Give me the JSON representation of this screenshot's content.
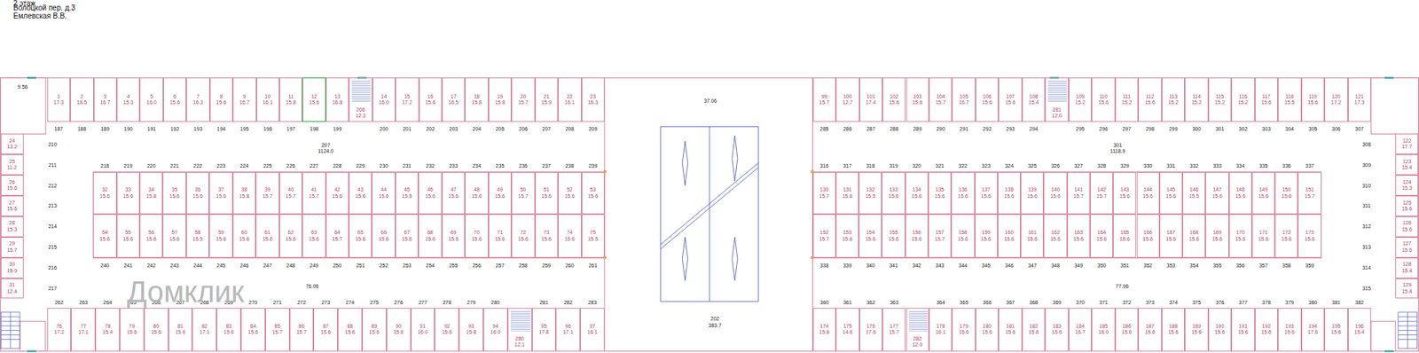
{
  "diagram": {
    "title": "2 этаж",
    "nodes": [
      {
        "text": [
          "1",
          "17.3"
        ]
      },
      {
        "text": [
          "2",
          "18.5"
        ]
      },
      {
        "text": [
          "3",
          "16.7"
        ]
      },
      {
        "text": [
          "4",
          "15.3"
        ]
      },
      {
        "text": [
          "5",
          "16.0"
        ]
      },
      {
        "text": [
          "6",
          "15.6"
        ]
      },
      {
        "text": [
          "7",
          "16.3"
        ]
      },
      {
        "text": [
          "8",
          "15.6"
        ]
      },
      {
        "text": [
          "9",
          "16.7"
        ]
      },
      {
        "text": [
          "10",
          "16.1"
        ]
      },
      {
        "text": [
          "11",
          "15.8"
        ]
      },
      {
        "text": [
          "12",
          "15.6"
        ]
      },
      {
        "text": [
          "13",
          "16.8"
        ]
      },
      {
        "text": [
          "208",
          "12.3"
        ]
      },
      {
        "text": [
          "14",
          "16.0"
        ]
      },
      {
        "text": [
          "15",
          "17.2"
        ]
      },
      {
        "text": [
          "16",
          "15.6"
        ]
      },
      {
        "text": [
          "17",
          "16.5"
        ]
      },
      {
        "text": [
          "18",
          "15.8"
        ]
      },
      {
        "text": [
          "19",
          "15.8"
        ]
      },
      {
        "text": [
          "20",
          "15.7"
        ]
      },
      {
        "text": [
          "21",
          "15.9"
        ]
      },
      {
        "text": [
          "22",
          "16.1"
        ]
      },
      {
        "text": [
          "23",
          "16.3"
        ]
      },
      {
        "text": [
          "24",
          "13.2"
        ]
      },
      {
        "text": [
          "25",
          "11.2"
        ]
      },
      {
        "text": [
          "26",
          "15.6"
        ]
      },
      {
        "text": [
          "27",
          "15.6"
        ]
      },
      {
        "text": [
          "28",
          "15.3"
        ]
      },
      {
        "text": [
          "29",
          "15.7"
        ]
      },
      {
        "text": [
          "30",
          "15.9"
        ]
      },
      {
        "text": [
          "31",
          "12.4"
        ]
      },
      {
        "text": [
          "32",
          "15.6"
        ]
      },
      {
        "text": [
          "33",
          "15.6"
        ]
      },
      {
        "text": [
          "34",
          "15.8"
        ]
      },
      {
        "text": [
          "35",
          "15.6"
        ]
      },
      {
        "text": [
          "36",
          "15.6"
        ]
      },
      {
        "text": [
          "37",
          "15.6"
        ]
      },
      {
        "text": [
          "38",
          "15.8"
        ]
      },
      {
        "text": [
          "39",
          "15.7"
        ]
      },
      {
        "text": [
          "40",
          "15.7"
        ]
      },
      {
        "text": [
          "41",
          "15.7"
        ]
      },
      {
        "text": [
          "42",
          "15.6"
        ]
      },
      {
        "text": [
          "43",
          "15.6"
        ]
      },
      {
        "text": [
          "44",
          "15.6"
        ]
      },
      {
        "text": [
          "45",
          "15.5"
        ]
      },
      {
        "text": [
          "46",
          "15.6"
        ]
      },
      {
        "text": [
          "47",
          "15.6"
        ]
      },
      {
        "text": [
          "48",
          "15.6"
        ]
      },
      {
        "text": [
          "49",
          "15.6"
        ]
      },
      {
        "text": [
          "50",
          "15.7"
        ]
      },
      {
        "text": [
          "51",
          "15.6"
        ]
      },
      {
        "text": [
          "52",
          "15.6"
        ]
      },
      {
        "text": [
          "53",
          "15.6"
        ]
      },
      {
        "text": [
          "54",
          "15.6"
        ]
      },
      {
        "text": [
          "55",
          "15.6"
        ]
      },
      {
        "text": [
          "56",
          "15.6"
        ]
      },
      {
        "text": [
          "57",
          "15.6"
        ]
      },
      {
        "text": [
          "58",
          "15.5"
        ]
      },
      {
        "text": [
          "59",
          "15.6"
        ]
      },
      {
        "text": [
          "60",
          "15.6"
        ]
      },
      {
        "text": [
          "61",
          "15.6"
        ]
      },
      {
        "text": [
          "62",
          "15.6"
        ]
      },
      {
        "text": [
          "63",
          "15.6"
        ]
      },
      {
        "text": [
          "64",
          "15.7"
        ]
      },
      {
        "text": [
          "65",
          "15.6"
        ]
      },
      {
        "text": [
          "66",
          "15.6"
        ]
      },
      {
        "text": [
          "67",
          "15.6"
        ]
      },
      {
        "text": [
          "68",
          "15.6"
        ]
      },
      {
        "text": [
          "69",
          "15.6"
        ]
      },
      {
        "text": [
          "70",
          "15.6"
        ]
      },
      {
        "text": [
          "71",
          "15.6"
        ]
      },
      {
        "text": [
          "72",
          "15.6"
        ]
      },
      {
        "text": [
          "73",
          "15.6"
        ]
      },
      {
        "text": [
          "74",
          "15.6"
        ]
      },
      {
        "text": [
          "75",
          "15.5"
        ]
      },
      {
        "text": [
          "76",
          "17.2"
        ]
      },
      {
        "text": [
          "77",
          "17.1"
        ]
      },
      {
        "text": [
          "78",
          "15.4"
        ]
      },
      {
        "text": [
          "79",
          "15.6"
        ]
      },
      {
        "text": [
          "80",
          "15.6"
        ]
      },
      {
        "text": [
          "81",
          "15.6"
        ]
      },
      {
        "text": [
          "82",
          "17.1"
        ]
      },
      {
        "text": [
          "83",
          "15.6"
        ]
      },
      {
        "text": [
          "84",
          "15.6"
        ]
      },
      {
        "text": [
          "85",
          "15.7"
        ]
      },
      {
        "text": [
          "86",
          "15.7"
        ]
      },
      {
        "text": [
          "87",
          "15.6"
        ]
      },
      {
        "text": [
          "88",
          "15.6"
        ]
      },
      {
        "text": [
          "89",
          "15.6"
        ]
      },
      {
        "text": [
          "90",
          "15.6"
        ]
      },
      {
        "text": [
          "91",
          "16.0"
        ]
      },
      {
        "text": [
          "92",
          "15.6"
        ]
      },
      {
        "text": [
          "93",
          "15.8"
        ]
      },
      {
        "text": [
          "94",
          "16.0"
        ]
      },
      {
        "text": [
          "280",
          "12.1"
        ]
      },
      {
        "text": [
          "95",
          "17.8"
        ]
      },
      {
        "text": [
          "96",
          "17.1"
        ]
      },
      {
        "text": [
          "97",
          "16.1"
        ]
      },
      {
        "text": [
          "99",
          "15.7"
        ]
      },
      {
        "text": [
          "100",
          "12.7"
        ]
      },
      {
        "text": [
          "101",
          "17.4"
        ]
      },
      {
        "text": [
          "102",
          "15.6"
        ]
      },
      {
        "text": [
          "103",
          "15.6"
        ]
      },
      {
        "text": [
          "104",
          "15.7"
        ]
      },
      {
        "text": [
          "105",
          "16.7"
        ]
      },
      {
        "text": [
          "106",
          "15.6"
        ]
      },
      {
        "text": [
          "107",
          "15.6"
        ]
      },
      {
        "text": [
          "108",
          "15.4"
        ]
      },
      {
        "text": [
          "281",
          "12.0"
        ]
      },
      {
        "text": [
          "109",
          "15.2"
        ]
      },
      {
        "text": [
          "110",
          "15.6"
        ]
      },
      {
        "text": [
          "111",
          "15.2"
        ]
      },
      {
        "text": [
          "112",
          "15.6"
        ]
      },
      {
        "text": [
          "113",
          "15.2"
        ]
      },
      {
        "text": [
          "114",
          "15.2"
        ]
      },
      {
        "text": [
          "115",
          "15.2"
        ]
      },
      {
        "text": [
          "116",
          "15.2"
        ]
      },
      {
        "text": [
          "117",
          "15.6"
        ]
      },
      {
        "text": [
          "118",
          "15.5"
        ]
      },
      {
        "text": [
          "119",
          "15.6"
        ]
      },
      {
        "text": [
          "120",
          "17.2"
        ]
      },
      {
        "text": [
          "121",
          "17.3"
        ]
      },
      {
        "text": [
          "122",
          "17.7"
        ]
      },
      {
        "text": [
          "123",
          "15.4"
        ]
      },
      {
        "text": [
          "124",
          "15.3"
        ]
      },
      {
        "text": [
          "125",
          "15.6"
        ]
      },
      {
        "text": [
          "126",
          "15.6"
        ]
      },
      {
        "text": [
          "127",
          "15.6"
        ]
      },
      {
        "text": [
          "128",
          "15.4"
        ]
      },
      {
        "text": [
          "129",
          "15.4"
        ]
      },
      {
        "text": [
          "130",
          "15.7"
        ]
      },
      {
        "text": [
          "131",
          "15.6"
        ]
      },
      {
        "text": [
          "132",
          "15.5"
        ]
      },
      {
        "text": [
          "133",
          "15.6"
        ]
      },
      {
        "text": [
          "134",
          "15.6"
        ]
      },
      {
        "text": [
          "135",
          "15.6"
        ]
      },
      {
        "text": [
          "136",
          "15.6"
        ]
      },
      {
        "text": [
          "137",
          "15.6"
        ]
      },
      {
        "text": [
          "138",
          "15.6"
        ]
      },
      {
        "text": [
          "139",
          "15.6"
        ]
      },
      {
        "text": [
          "140",
          "15.6"
        ]
      },
      {
        "text": [
          "141",
          "15.7"
        ]
      },
      {
        "text": [
          "142",
          "15.7"
        ]
      },
      {
        "text": [
          "143",
          "15.6"
        ]
      },
      {
        "text": [
          "144",
          "15.6"
        ]
      },
      {
        "text": [
          "145",
          "15.6"
        ]
      },
      {
        "text": [
          "146",
          "15.5"
        ]
      },
      {
        "text": [
          "147",
          "15.6"
        ]
      },
      {
        "text": [
          "148",
          "15.6"
        ]
      },
      {
        "text": [
          "149",
          "15.6"
        ]
      },
      {
        "text": [
          "150",
          "15.6"
        ]
      },
      {
        "text": [
          "151",
          "15.7"
        ]
      },
      {
        "text": [
          "152",
          "15.7"
        ]
      },
      {
        "text": [
          "153",
          "15.6"
        ]
      },
      {
        "text": [
          "154",
          "15.6"
        ]
      },
      {
        "text": [
          "155",
          "15.6"
        ]
      },
      {
        "text": [
          "156",
          "15.6"
        ]
      },
      {
        "text": [
          "157",
          "15.7"
        ]
      },
      {
        "text": [
          "158",
          "15.6"
        ]
      },
      {
        "text": [
          "159",
          "15.6"
        ]
      },
      {
        "text": [
          "160",
          "15.6"
        ]
      },
      {
        "text": [
          "161",
          "15.6"
        ]
      },
      {
        "text": [
          "162",
          "15.6"
        ]
      },
      {
        "text": [
          "163",
          "15.6"
        ]
      },
      {
        "text": [
          "164",
          "15.6"
        ]
      },
      {
        "text": [
          "165",
          "15.6"
        ]
      },
      {
        "text": [
          "166",
          "15.6"
        ]
      },
      {
        "text": [
          "167",
          "15.6"
        ]
      },
      {
        "text": [
          "168",
          "15.6"
        ]
      },
      {
        "text": [
          "169",
          "15.6"
        ]
      },
      {
        "text": [
          "170",
          "15.6"
        ]
      },
      {
        "text": [
          "171",
          "15.6"
        ]
      },
      {
        "text": [
          "172",
          "15.6"
        ]
      },
      {
        "text": [
          "173",
          "15.6"
        ]
      },
      {
        "text": [
          "174",
          "15.6"
        ]
      },
      {
        "text": [
          "175",
          "14.6"
        ]
      },
      {
        "text": [
          "176",
          "17.6"
        ]
      },
      {
        "text": [
          "177",
          "15.7"
        ]
      },
      {
        "text": [
          "282",
          "12.0"
        ]
      },
      {
        "text": [
          "178",
          "16.1"
        ]
      },
      {
        "text": [
          "179",
          "15.6"
        ]
      },
      {
        "text": [
          "180",
          "15.6"
        ]
      },
      {
        "text": [
          "181",
          "15.6"
        ]
      },
      {
        "text": [
          "182",
          "15.6"
        ]
      },
      {
        "text": [
          "183",
          "15.6"
        ]
      },
      {
        "text": [
          "184",
          "16.7"
        ]
      },
      {
        "text": [
          "185",
          "16.0"
        ]
      },
      {
        "text": [
          "186",
          "15.6"
        ]
      },
      {
        "text": [
          "187",
          "15.6"
        ]
      },
      {
        "text": [
          "188",
          "15.6"
        ]
      },
      {
        "text": [
          "189",
          "15.6"
        ]
      },
      {
        "text": [
          "190",
          "15.6"
        ]
      },
      {
        "text": [
          "191",
          "15.6"
        ]
      },
      {
        "text": [
          "192",
          "15.6"
        ]
      },
      {
        "text": [
          "193",
          "15.6"
        ]
      },
      {
        "text": [
          "194",
          "17.6"
        ]
      },
      {
        "text": [
          "195",
          "15.6"
        ]
      },
      {
        "text": [
          "196",
          "15.4"
        ]
      }
    ],
    "labels": [
      "Волоцкой пер. д.3",
      "Емлевская В.В.",
      "187",
      "188",
      "189",
      "190",
      "191",
      "192",
      "193",
      "194",
      "195",
      "196",
      "197",
      "198",
      "199",
      "200",
      "201",
      "202",
      "203",
      "204",
      "205",
      "206",
      "207",
      "208",
      "209",
      "210",
      "211",
      "212",
      "213",
      "214",
      "215",
      "216",
      "217",
      "218",
      "219",
      "220",
      "221",
      "222",
      "223",
      "224",
      "225",
      "226",
      "227",
      "228",
      "229",
      "230",
      "231",
      "232",
      "233",
      "234",
      "235",
      "236",
      "237",
      "238",
      "239",
      "240",
      "241",
      "242",
      "243",
      "244",
      "245",
      "246",
      "247",
      "248",
      "249",
      "250",
      "251",
      "252",
      "253",
      "254",
      "255",
      "256",
      "257",
      "258",
      "259",
      "260",
      "261",
      "262",
      "263",
      "264",
      "265",
      "266",
      "267",
      "268",
      "269",
      "270",
      "271",
      "272",
      "273",
      "274",
      "275",
      "276",
      "277",
      "278",
      "279",
      "280",
      "281",
      "282",
      "283",
      "285",
      "286",
      "287",
      "288",
      "289",
      "290",
      "291",
      "292",
      "293",
      "294",
      "295",
      "296",
      "297",
      "298",
      "299",
      "300",
      "301",
      "302",
      "303",
      "304",
      "305",
      "306",
      "307",
      "308",
      "309",
      "310",
      "311",
      "312",
      "313",
      "314",
      "315",
      "316",
      "317",
      "318",
      "319",
      "320",
      "321",
      "322",
      "323",
      "324",
      "325",
      "326",
      "327",
      "328",
      "329",
      "330",
      "331",
      "332",
      "333",
      "334",
      "335",
      "336",
      "337",
      "338",
      "339",
      "340",
      "341",
      "342",
      "343",
      "344",
      "345",
      "346",
      "347",
      "348",
      "349",
      "350",
      "351",
      "352",
      "353",
      "354",
      "355",
      "356",
      "357",
      "358",
      "359",
      "360",
      "361",
      "362",
      "363",
      "364",
      "365",
      "366",
      "367",
      "368",
      "369",
      "370",
      "371",
      "372",
      "373",
      "374",
      "375",
      "376",
      "377",
      "378",
      "379",
      "380",
      "381",
      "382",
      "9.56",
      "207",
      "1124.0",
      "37.06",
      "202",
      "383.7",
      "301",
      "1118.9",
      "76.06",
      "77.96",
      "Домклик"
    ]
  }
}
